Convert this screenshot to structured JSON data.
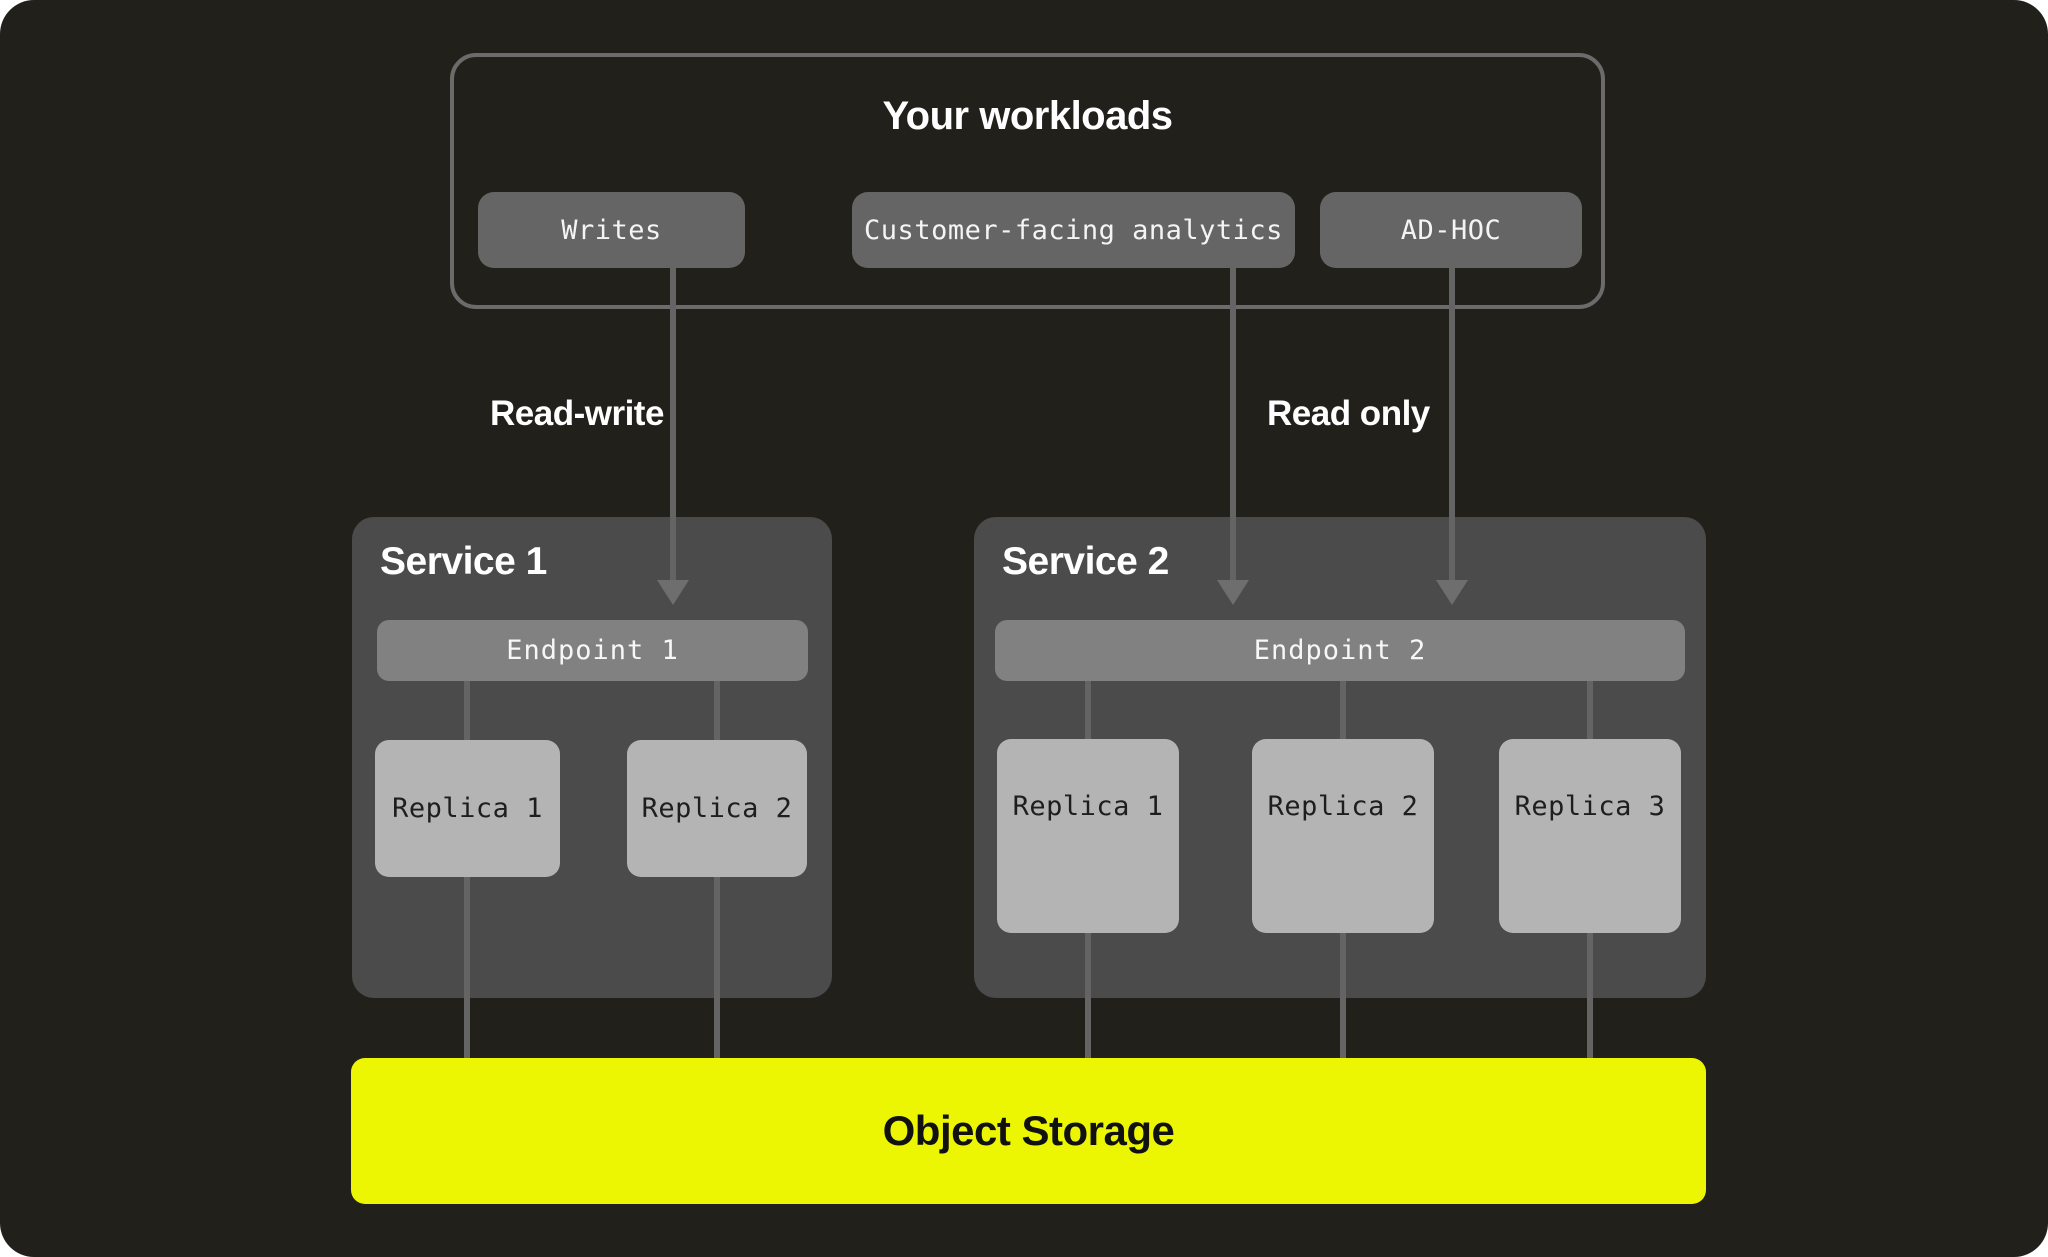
{
  "colors": {
    "canvas_bg": "#21201b",
    "box_border": "#6b6b6b",
    "chip_bg": "#656565",
    "service_bg": "#4b4b4b",
    "endpoint_bg": "#818181",
    "replica_bg": "#b4b4b4",
    "storage_bg": "#edf602",
    "line": "#646464",
    "text_light": "#ffffff",
    "text_dark": "#1e1e1e"
  },
  "workloads": {
    "title": "Your workloads",
    "chips": [
      {
        "label": "Writes"
      },
      {
        "label": "Customer-facing analytics"
      },
      {
        "label": "AD-HOC"
      }
    ]
  },
  "flow_labels": {
    "left": "Read-write",
    "right": "Read only"
  },
  "services": [
    {
      "title": "Service 1",
      "endpoint": "Endpoint 1",
      "replicas": [
        "Replica 1",
        "Replica 2"
      ]
    },
    {
      "title": "Service 2",
      "endpoint": "Endpoint 2",
      "replicas": [
        "Replica 1",
        "Replica 2",
        "Replica 3"
      ]
    }
  ],
  "storage": {
    "label": "Object Storage"
  }
}
